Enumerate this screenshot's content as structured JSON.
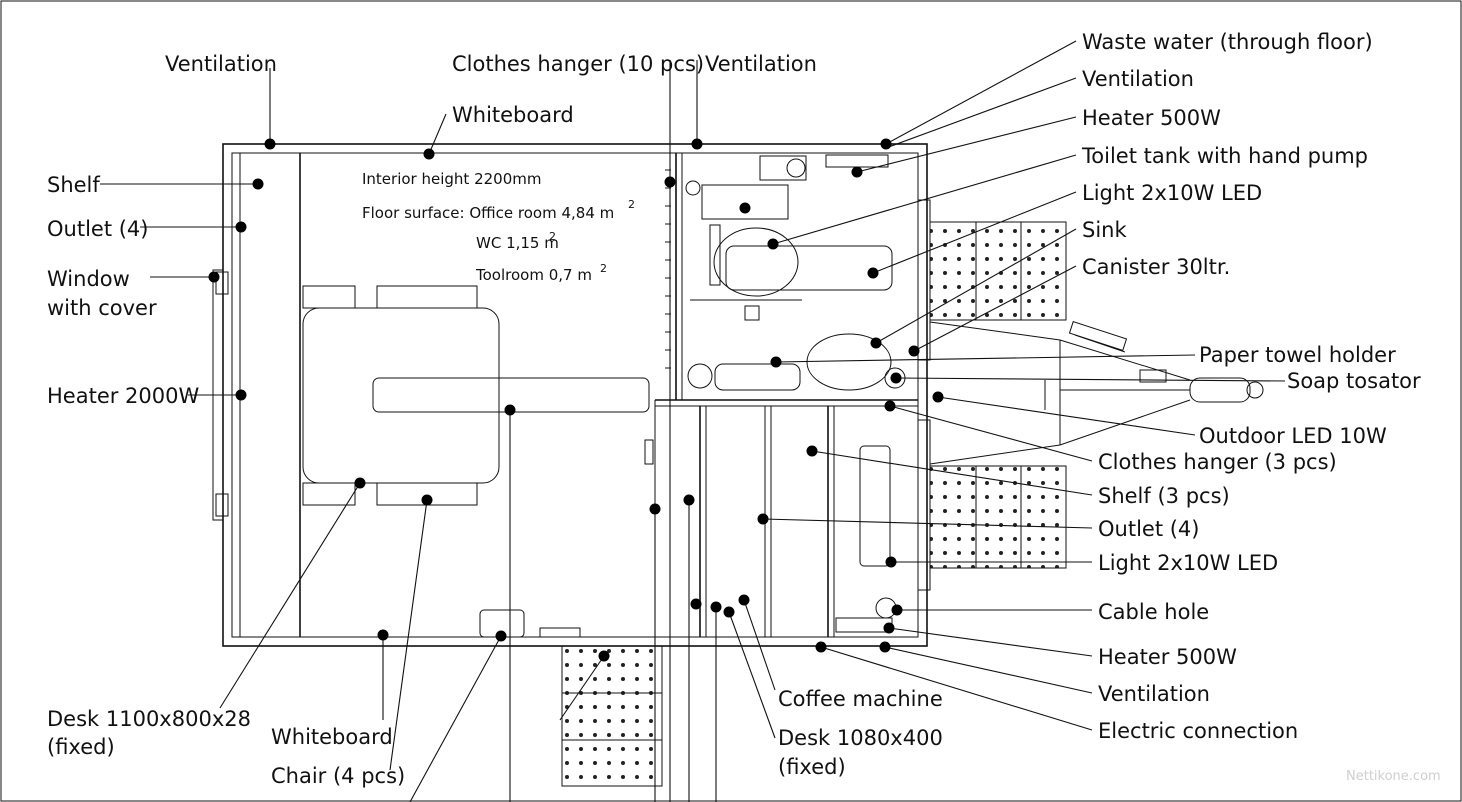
{
  "notes": {
    "interior_height": "Interior height 2200mm",
    "floor_surface": "Floor surface: Office room 4,84 m",
    "wc": "WC 1,15 m",
    "toolroom": "Toolroom 0,7 m",
    "sup": "2"
  },
  "labels": {
    "ventilation_top_left": "Ventilation",
    "clothes_hanger_10": "Clothes hanger (10 pcs)",
    "ventilation_top_mid": "Ventilation",
    "whiteboard_top": "Whiteboard",
    "shelf": "Shelf",
    "outlet_left": "Outlet (4)",
    "window_line1": "Window",
    "window_line2": "with cover",
    "heater_2000": "Heater 2000W",
    "waste_water": "Waste water (through floor)",
    "ventilation_right_top": "Ventilation",
    "heater_500_top": "Heater 500W",
    "toilet_tank": "Toilet tank with hand pump",
    "light_top": "Light 2x10W LED",
    "sink": "Sink",
    "canister": "Canister 30ltr.",
    "paper_towel": "Paper towel holder",
    "soap": "Soap tosator",
    "outdoor_led": "Outdoor LED 10W",
    "clothes_hanger_3": "Clothes hanger (3 pcs)",
    "shelf_3": "Shelf (3 pcs)",
    "outlet_right": "Outlet (4)",
    "light_bottom": "Light 2x10W LED",
    "cable_hole": "Cable hole",
    "heater_500_bottom": "Heater 500W",
    "ventilation_bottom": "Ventilation",
    "electric_connection": "Electric connection",
    "desk_1100_line1": "Desk 1100x800x28",
    "desk_1100_line2": "(fixed)",
    "whiteboard_bottom": "Whiteboard",
    "chair": "Chair (4 pcs)",
    "coffee_machine": "Coffee machine",
    "desk_1080_line1": "Desk 1080x400",
    "desk_1080_line2": "(fixed)"
  },
  "watermark": "Nettikone.com"
}
